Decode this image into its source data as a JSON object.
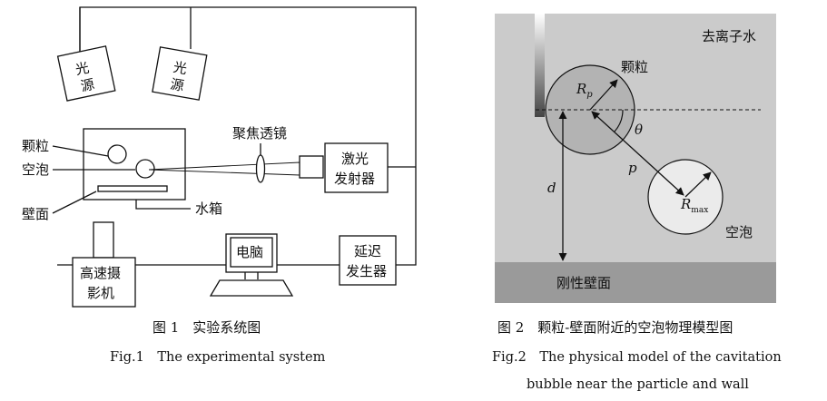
{
  "figure1": {
    "light_source_1": [
      "光",
      "源"
    ],
    "light_source_2": [
      "光",
      "源"
    ],
    "label_particle": "颗粒",
    "label_bubble": "空泡",
    "label_wall": "壁面",
    "label_tank": "水箱",
    "label_lens": "聚焦透镜",
    "laser": [
      "激光",
      "发射器"
    ],
    "computer": "电脑",
    "camera": [
      "高速摄",
      "影机"
    ],
    "delay": [
      "延迟",
      "发生器"
    ],
    "caption_cn": "图 1　实验系统图",
    "caption_en": "Fig.1　The experimental system"
  },
  "figure2": {
    "label_water": "去离子水",
    "label_particle": "颗粒",
    "label_Rp": "R",
    "label_Rp_sub": "p",
    "label_theta": "θ",
    "label_p": "p",
    "label_d": "d",
    "label_Rmax": "R",
    "label_Rmax_sub": "max",
    "label_bubble": "空泡",
    "label_wall": "刚性壁面",
    "caption_cn": "图 2　颗粒-壁面附近的空泡物理模型图",
    "caption_en_1": "Fig.2　The physical model of the cavitation",
    "caption_en_2": "bubble near the particle and wall"
  },
  "colors": {
    "water_bg": "#cbcbcb",
    "wall": "#9a9a9a",
    "particle": "#b3b3b3",
    "bubble": "#ebebeb"
  }
}
